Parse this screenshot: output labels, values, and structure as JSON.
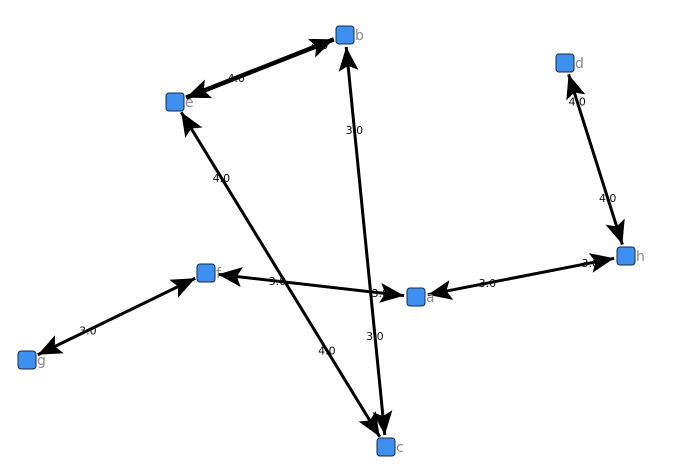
{
  "graph": {
    "node_color": "#3d8ff0",
    "edge_color": "#000000",
    "nodes": [
      {
        "id": "a"
      },
      {
        "id": "b"
      },
      {
        "id": "c"
      },
      {
        "id": "d"
      },
      {
        "id": "e"
      },
      {
        "id": "f"
      },
      {
        "id": "g"
      },
      {
        "id": "h"
      }
    ],
    "edges": [
      {
        "source": "e",
        "target": "b",
        "labels": [
          "4.0",
          "4.0"
        ]
      },
      {
        "source": "b",
        "target": "c",
        "labels": [
          "3.0",
          "3.0"
        ]
      },
      {
        "source": "e",
        "target": "c",
        "labels": [
          "4.0",
          "4.0"
        ]
      },
      {
        "source": "d",
        "target": "h",
        "labels": [
          "4.0",
          "4.0"
        ]
      },
      {
        "source": "f",
        "target": "a",
        "labels": [
          "3.0",
          "3.0"
        ]
      },
      {
        "source": "a",
        "target": "h",
        "labels": [
          "3.0",
          "3.0"
        ]
      },
      {
        "source": "g",
        "target": "f",
        "labels": [
          "3.0"
        ]
      }
    ]
  }
}
